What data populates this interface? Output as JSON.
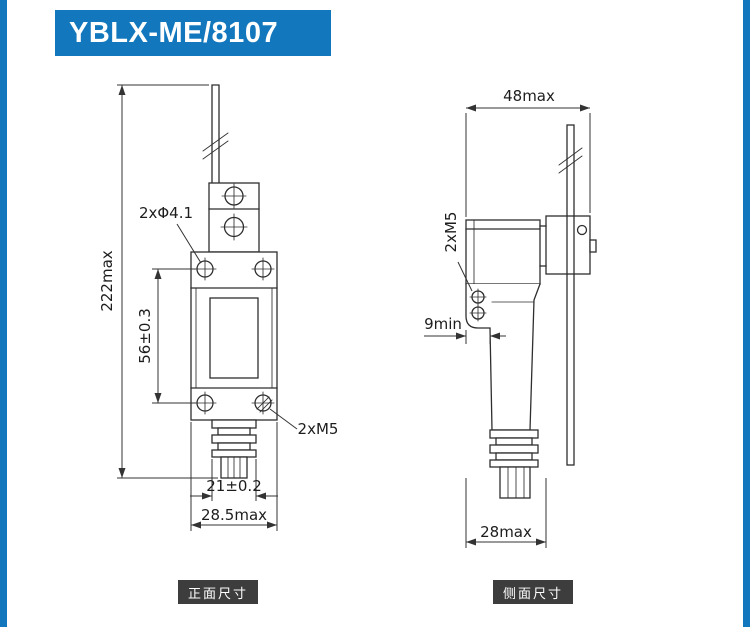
{
  "page": {
    "title": "YBLX-ME/8107"
  },
  "theme": {
    "accent_blue": "#1277bd",
    "line_color": "#2e2e2e",
    "dim_color": "#333333",
    "badge_bg": "#3d3d3d",
    "badge_text": "#ffffff",
    "background": "#ffffff"
  },
  "front_view": {
    "caption": "正面尺寸",
    "dims": {
      "hole_diameter": "2xΦ4.1",
      "total_height": "222max",
      "hole_spacing": "56±0.3",
      "thread": "2xM5",
      "plunger_width": "21±0.2",
      "body_width": "28.5max"
    }
  },
  "side_view": {
    "caption": "侧面尺寸",
    "dims": {
      "lever_reach": "48max",
      "thread": "2xM5",
      "boss_depth": "9min",
      "body_depth": "28max"
    }
  }
}
